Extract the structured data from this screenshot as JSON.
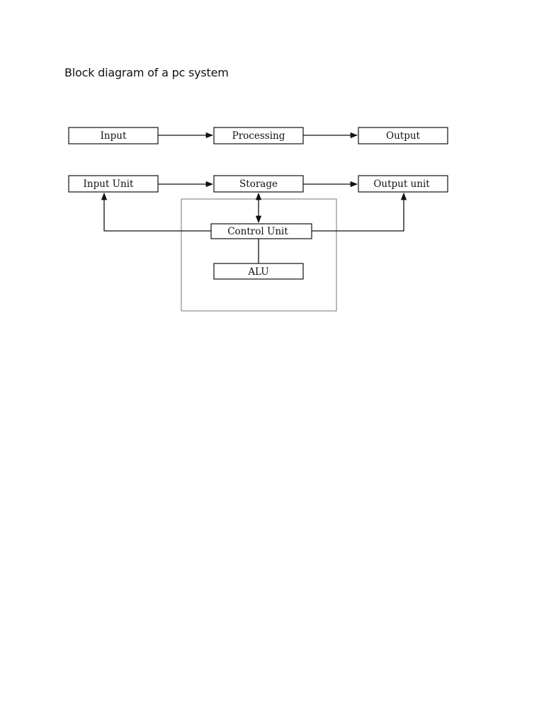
{
  "page": {
    "title": "Block diagram of a pc system"
  },
  "diagram": {
    "top_row": {
      "input": "Input",
      "processing": "Processing",
      "output": "Output"
    },
    "bottom_row": {
      "input_unit": "Input Unit",
      "storage": "Storage",
      "output_unit": "Output unit",
      "control_unit": "Control Unit",
      "alu": "ALU"
    }
  }
}
